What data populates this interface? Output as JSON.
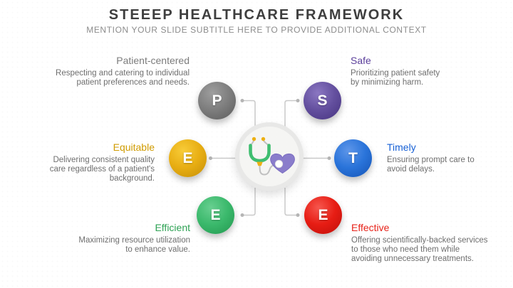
{
  "header": {
    "title": "STEEEP HEALTHCARE FRAMEWORK",
    "subtitle": "MENTION YOUR SLIDE SUBTITLE HERE TO PROVIDE ADDITIONAL CONTEXT",
    "title_color": "#3e3e3e",
    "subtitle_color": "#8c8c8c"
  },
  "center": {
    "icon": "stethoscope-heart-icon",
    "icon_colors": {
      "disc": "#e8e8e7",
      "disc_inner": "#f5f5f3",
      "stethoscope_arms": "#3fbe70",
      "ear_tips_and_chestpiece": "#edb012",
      "tubing": "#c0c0c0",
      "heart": "#8a7dcb",
      "diaphragm": "#ffffff"
    }
  },
  "connector_color": "#c9c9c9",
  "items": [
    {
      "id": "patient-centered",
      "letter": "P",
      "title": "Patient-centered",
      "description_lines": [
        "Respecting and catering to individual",
        "patient preferences and needs."
      ],
      "color": "#7e7e7e",
      "color_light": "#9e9e9e",
      "color_dark": "#5f5f5f",
      "title_color": "#7c7c7c"
    },
    {
      "id": "safe",
      "letter": "S",
      "title": "Safe",
      "description_lines": [
        "Prioritizing patient safety",
        "by minimizing harm."
      ],
      "color": "#64509f",
      "color_light": "#8b77c2",
      "color_dark": "#493683",
      "title_color": "#5b3f9b"
    },
    {
      "id": "equitable",
      "letter": "E",
      "title": "Equitable",
      "description_lines": [
        "Delivering consistent quality",
        "care regardless of a patient's",
        "background."
      ],
      "color": "#e8ae13",
      "color_light": "#f8cc39",
      "color_dark": "#c8920a",
      "title_color": "#d09b00"
    },
    {
      "id": "timely",
      "letter": "T",
      "title": "Timely",
      "description_lines": [
        "Ensuring prompt care to",
        "avoid delays."
      ],
      "color": "#2a74da",
      "color_light": "#5e96e9",
      "color_dark": "#1757b9",
      "title_color": "#1660d6"
    },
    {
      "id": "efficient",
      "letter": "E",
      "title": "Efficient",
      "description_lines": [
        "Maximizing resource utilization",
        "to enhance value."
      ],
      "color": "#3bb96c",
      "color_light": "#68cf90",
      "color_dark": "#259b52",
      "title_color": "#2ea254"
    },
    {
      "id": "effective",
      "letter": "E",
      "title": "Effective",
      "description_lines": [
        "Offering scientifically-backed services",
        "to those who need them while",
        "avoiding unnecessary treatments."
      ],
      "color": "#e71d14",
      "color_light": "#f6574e",
      "color_dark": "#c2100a",
      "title_color": "#e7231a"
    }
  ]
}
